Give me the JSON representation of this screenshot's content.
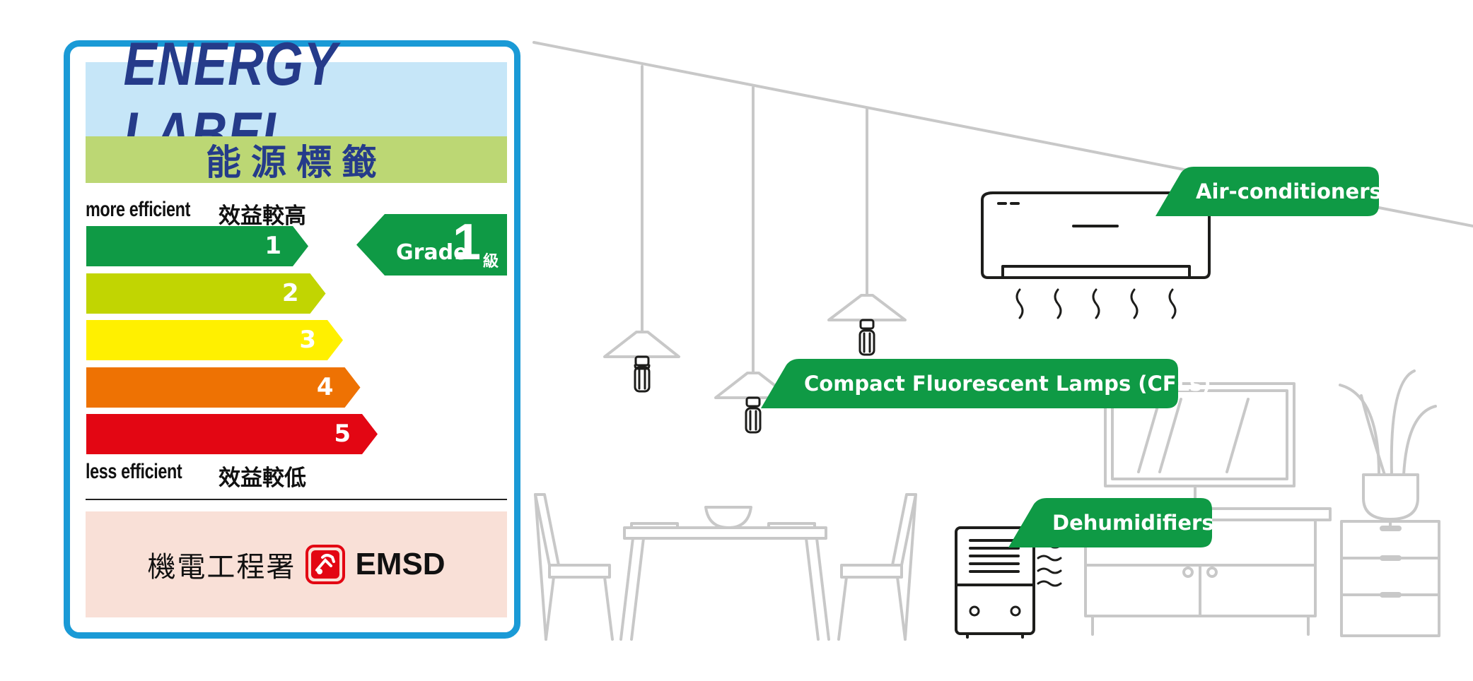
{
  "label": {
    "title_en": "ENERGY LABEL",
    "title_zh": "能源標籤",
    "more_efficient_en": "more efficient",
    "more_efficient_zh": "效益較高",
    "less_efficient_en": "less efficient",
    "less_efficient_zh": "效益較低",
    "grades": [
      {
        "number": "1",
        "color": "#0f9a45"
      },
      {
        "number": "2",
        "color": "#c1d502"
      },
      {
        "number": "3",
        "color": "#fff000"
      },
      {
        "number": "4",
        "color": "#ee7203"
      },
      {
        "number": "5",
        "color": "#e30613"
      }
    ],
    "indicator": {
      "word": "Grade",
      "number": "1",
      "zh": "級",
      "color": "#0f9a45"
    },
    "footer_zh": "機電工程署",
    "footer_en": "EMSD"
  },
  "appliances": {
    "air_conditioners": "Air-conditioners",
    "cfls": "Compact Fluorescent Lamps (CFLs)",
    "dehumidifiers": "Dehumidifiers"
  },
  "colors": {
    "border": "#1a9ad6",
    "tag_green": "#0f9a45",
    "title_blue": "#253b8a",
    "line_art": "#c8c8c8",
    "icon_dark": "#1d1d1b"
  }
}
